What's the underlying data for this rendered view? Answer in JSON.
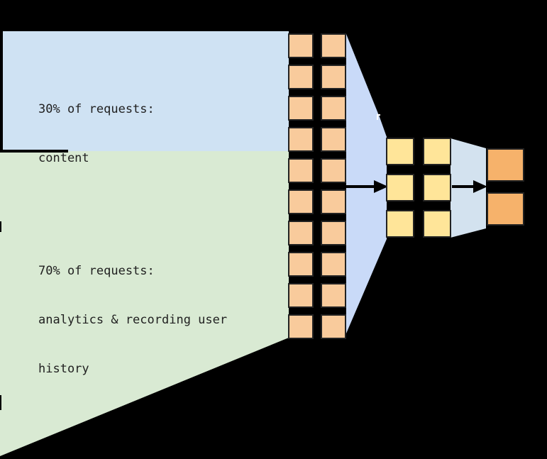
{
  "diagram": {
    "kind": "request-flow-funnel",
    "labels": {
      "content": {
        "lines": [
          "30% of requests:",
          "content"
        ]
      },
      "analytics": {
        "lines": [
          "70% of requests:",
          "analytics & recording user",
          "history"
        ]
      }
    },
    "tiers": [
      {
        "name": "tier-1",
        "rows": 10,
        "cols": 2,
        "count": 20,
        "fill": "#f9cb9c"
      },
      {
        "name": "tier-2",
        "rows": 3,
        "cols": 2,
        "count": 6,
        "fill": "#ffe599"
      },
      {
        "name": "tier-3",
        "rows": 2,
        "cols": 1,
        "count": 2,
        "fill": "#f6b26b"
      }
    ],
    "colors": {
      "background": "#000000",
      "content_region": "#cfe2f3",
      "analytics_region": "#d9ead3",
      "funnel_1": "#c9daf8",
      "funnel_2": "#d3e2ef",
      "box_border": "#222222",
      "arrow": "#000000",
      "label_text": "#1f1f1f",
      "artifact_white": "#ffffff"
    }
  }
}
